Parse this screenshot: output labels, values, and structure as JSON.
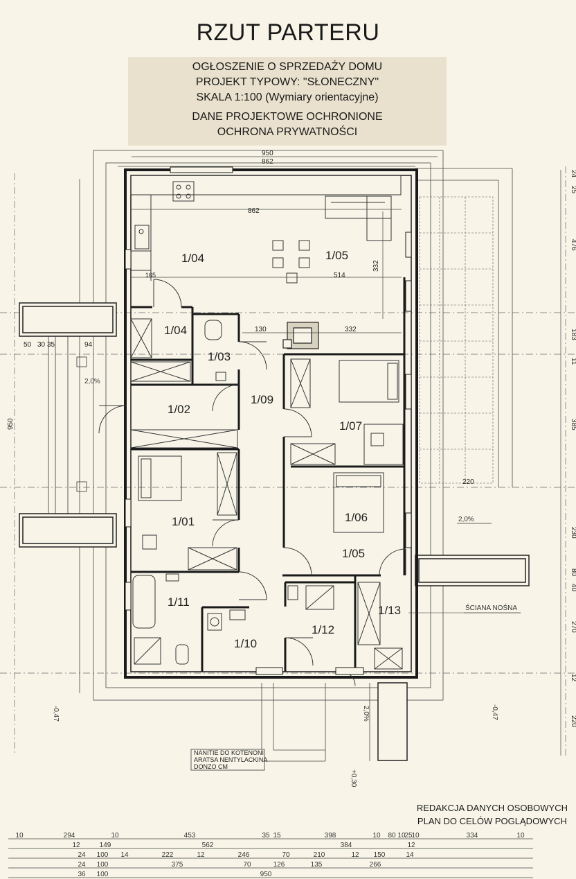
{
  "title": "RZUT PARTERU",
  "banner": {
    "line1": "OGŁOSZENIE O SPRZEDAŻY DOMU",
    "line2": "PROJEKT TYPOWY: \"SŁONECZNY\"",
    "line3": "SKALA 1:100 (Wymiary orientacyjne)",
    "line4": "DANE PROJEKTOWE OCHRONIONE",
    "line5": "OCHRONA PRYWATNOŚCI"
  },
  "rooms": {
    "r104a": "1/04",
    "r105a": "1/05",
    "r104b": "1/04",
    "r103": "1/03",
    "r109": "1/09",
    "r102": "1/02",
    "r107": "1/07",
    "r101": "1/01",
    "r106": "1/06",
    "r105b": "1/05",
    "r111": "1/11",
    "r113": "1/13",
    "r112": "1/12",
    "r110": "1/10"
  },
  "dims": {
    "d950top": "950",
    "d862top": "862",
    "d862inner": "862",
    "d514": "514",
    "d332h": "332",
    "d332v": "332",
    "d130": "130",
    "d165": "165",
    "d220": "220",
    "d950left": "950",
    "d50": "50",
    "d30": "30",
    "d35": "35",
    "d94": "94",
    "r24": "24",
    "r25": "25",
    "r476": "476",
    "r183": "183",
    "r11": "11",
    "r385": "385",
    "r230": "230",
    "r80": "80",
    "r40": "40",
    "r270": "270",
    "r12": "12",
    "r220": "220"
  },
  "labels": {
    "slope1": "2,0%",
    "slope2": "2,0%",
    "slope3": "2,0%",
    "bearing_wall": "ŚCIANA NOŚNA",
    "level_left": "-0,47",
    "level_right": "-0,47",
    "level_bottom": "+0,30",
    "note1": "NANITIE DO KOTENONI",
    "note2": "ARATSA NENTYLACKINA",
    "note3": "DONZO CM"
  },
  "bottom_rows": [
    [
      "10",
      "294",
      "10",
      "453",
      "35",
      "15",
      "398",
      "10",
      "80",
      "10",
      "25",
      "10",
      "334",
      "10"
    ],
    [
      "12",
      "149",
      "562",
      "384",
      "12"
    ],
    [
      "24",
      "100",
      "14",
      "222",
      "12",
      "246",
      "70",
      "210",
      "12",
      "150",
      "14"
    ],
    [
      "24",
      "100",
      "375",
      "70",
      "126",
      "135",
      "266"
    ],
    [
      "36",
      "100",
      "950"
    ]
  ],
  "footer": {
    "line1": "REDAKCJA DANYCH OSOBOWYCH",
    "line2": "PLAN DO CELÓW POGLĄDOWYCH"
  }
}
